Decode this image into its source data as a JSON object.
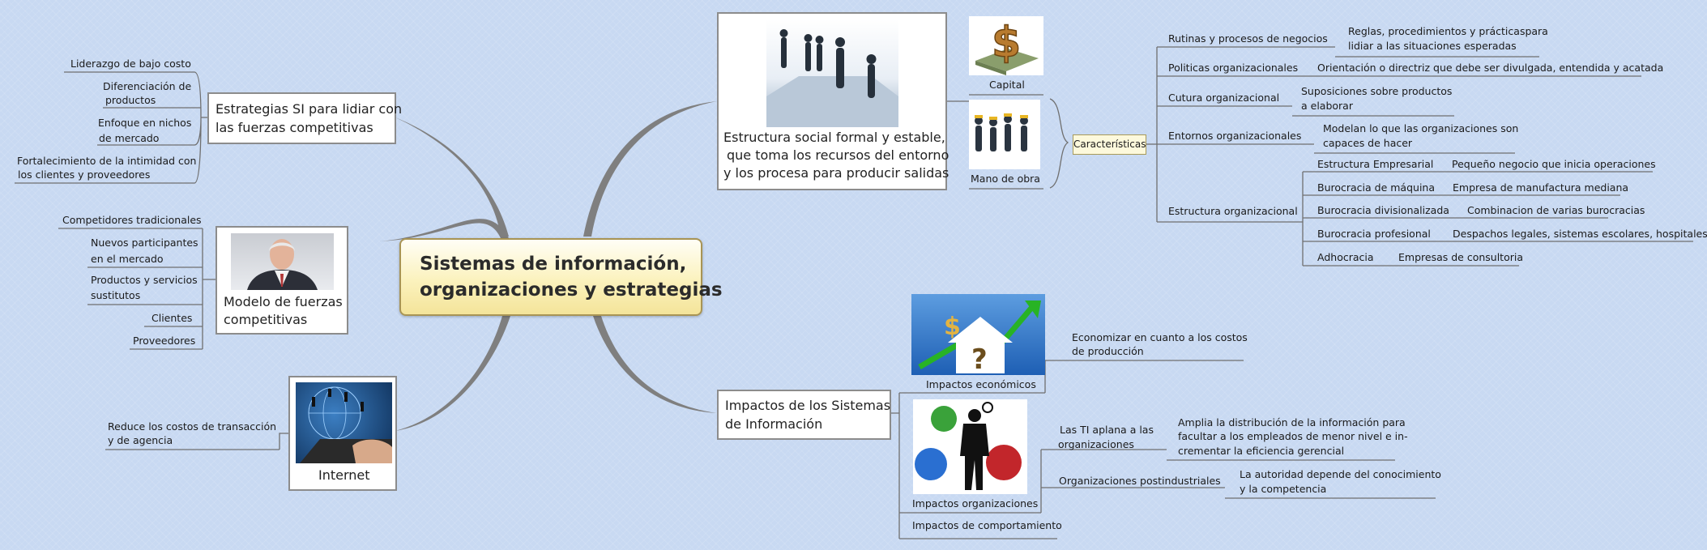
{
  "central": {
    "line1": "Sistemas de información,",
    "line2": "organizaciones y estrategias"
  },
  "estrategias": {
    "title1": "Estrategias SI para lidiar con",
    "title2": "las fuerzas competitivas",
    "items": [
      "Liderazgo de bajo costo",
      "Diferenciación de",
      "productos",
      "Enfoque en nichos",
      "de mercado",
      "Fortalecimiento de la intimidad con",
      "los clientes y proveedores"
    ]
  },
  "modelo": {
    "title1": "Modelo de fuerzas",
    "title2": "competitivas",
    "items": [
      "Competidores tradicionales",
      "Nuevos participantes",
      "en el mercado",
      "Productos y servicios",
      "sustitutos",
      "Clientes",
      "Proveedores"
    ]
  },
  "internet": {
    "title": "Internet",
    "items": [
      "Reduce los costos de transacción",
      "y de agencia"
    ]
  },
  "estructura": {
    "desc1": "Estructura social formal y estable,",
    "desc2": "que toma los recursos del entorno",
    "desc3": "y los procesa para producir salidas",
    "capital": "Capital",
    "mano": "Mano de obra",
    "caracteristicas": "Características"
  },
  "caracteristicas": {
    "rutinas": {
      "label": "Rutinas y procesos de negocios",
      "detail1": "Reglas, procedimientos y prácticaspara",
      "detail2": "lidiar a las situaciones esperadas"
    },
    "politicas": {
      "label": "Politicas organizacionales",
      "detail": "Orientación o directriz que debe ser divulgada, entendida y acatada"
    },
    "cultura": {
      "label": "Cutura organizacional",
      "detail1": "Suposiciones  sobre productos",
      "detail2": "a elaborar"
    },
    "entornos": {
      "label": "Entornos organizacionales",
      "detail1": "Modelan lo que las organizaciones son",
      "detail2": "capaces de hacer"
    },
    "estructura_org": {
      "label": "Estructura organizacional",
      "types": [
        {
          "name": "Estructura Empresarial",
          "example": "Pequeño negocio que inicia operaciones"
        },
        {
          "name": "Burocracia de máquina",
          "example": "Empresa de manufactura mediana"
        },
        {
          "name": "Burocracia divisionalizada",
          "example": "Combinacion de varias burocracias"
        },
        {
          "name": "Burocracia profesional",
          "example": "Despachos legales, sistemas escolares, hospitales"
        },
        {
          "name": "Adhocracia",
          "example": "Empresas de consultoria"
        }
      ]
    }
  },
  "impactos": {
    "title1": "Impactos de los Sistemas",
    "title2": "de Información",
    "economicos": {
      "label": "Impactos económicos",
      "detail1": "Economizar en cuanto a los costos",
      "detail2": "de producción"
    },
    "organizacionales": {
      "label": "Impactos organizaciones",
      "ti1": "Las TI aplana a las",
      "ti2": "organizaciones",
      "ti_d1": "Amplia la distribución de la información para",
      "ti_d2": "facultar a los empleados de menor nivel e in-",
      "ti_d3": "crementar la eficiencia gerencial",
      "post": "Organizaciones postindustriales",
      "post_d1": "La autoridad depende del conocimiento",
      "post_d2": "y la competencia"
    },
    "comportamiento": "Impactos de comportamiento"
  },
  "colors": {
    "branch": "#7f7f7f",
    "underline": "#6f6f6f",
    "central_fill": "#fbf2bd",
    "central_border": "#a89455"
  }
}
